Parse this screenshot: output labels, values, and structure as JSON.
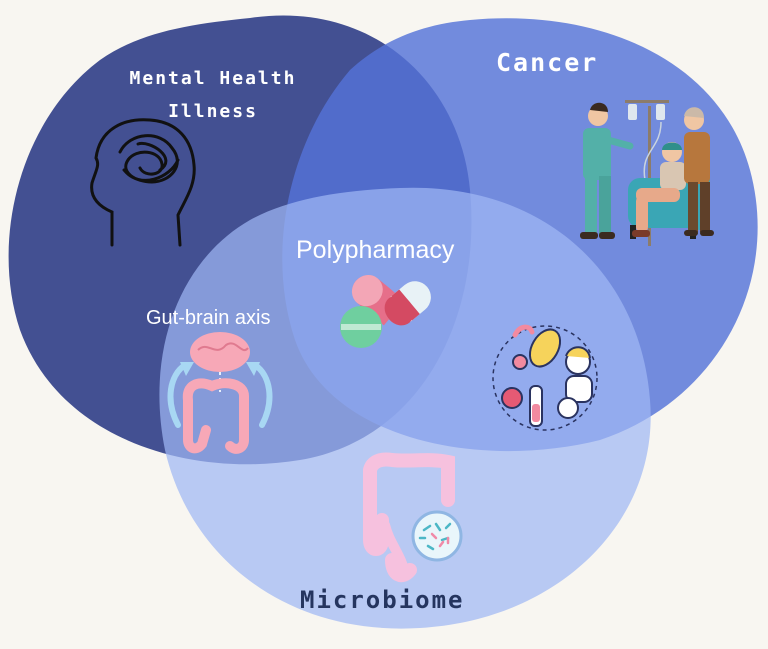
{
  "circles": {
    "mental_health": {
      "label": "Mental Health\nIllness",
      "color": "#3e4a8f"
    },
    "cancer": {
      "label": "Cancer",
      "color": "#6b87dc"
    },
    "microbiome": {
      "label": "Microbiome",
      "color": "#b6c9f5"
    }
  },
  "overlaps": {
    "center": {
      "label": "Polypharmacy"
    },
    "mental_microbiome": {
      "label": "Gut-brain axis"
    }
  },
  "icons": {
    "head": "head-tangled-thoughts-icon",
    "chemo": "chemotherapy-scene-icon",
    "pills": "pills-icon",
    "gut_brain": "gut-brain-icon",
    "lab": "microbiome-lab-icon",
    "intestine": "intestine-microbes-icon"
  }
}
